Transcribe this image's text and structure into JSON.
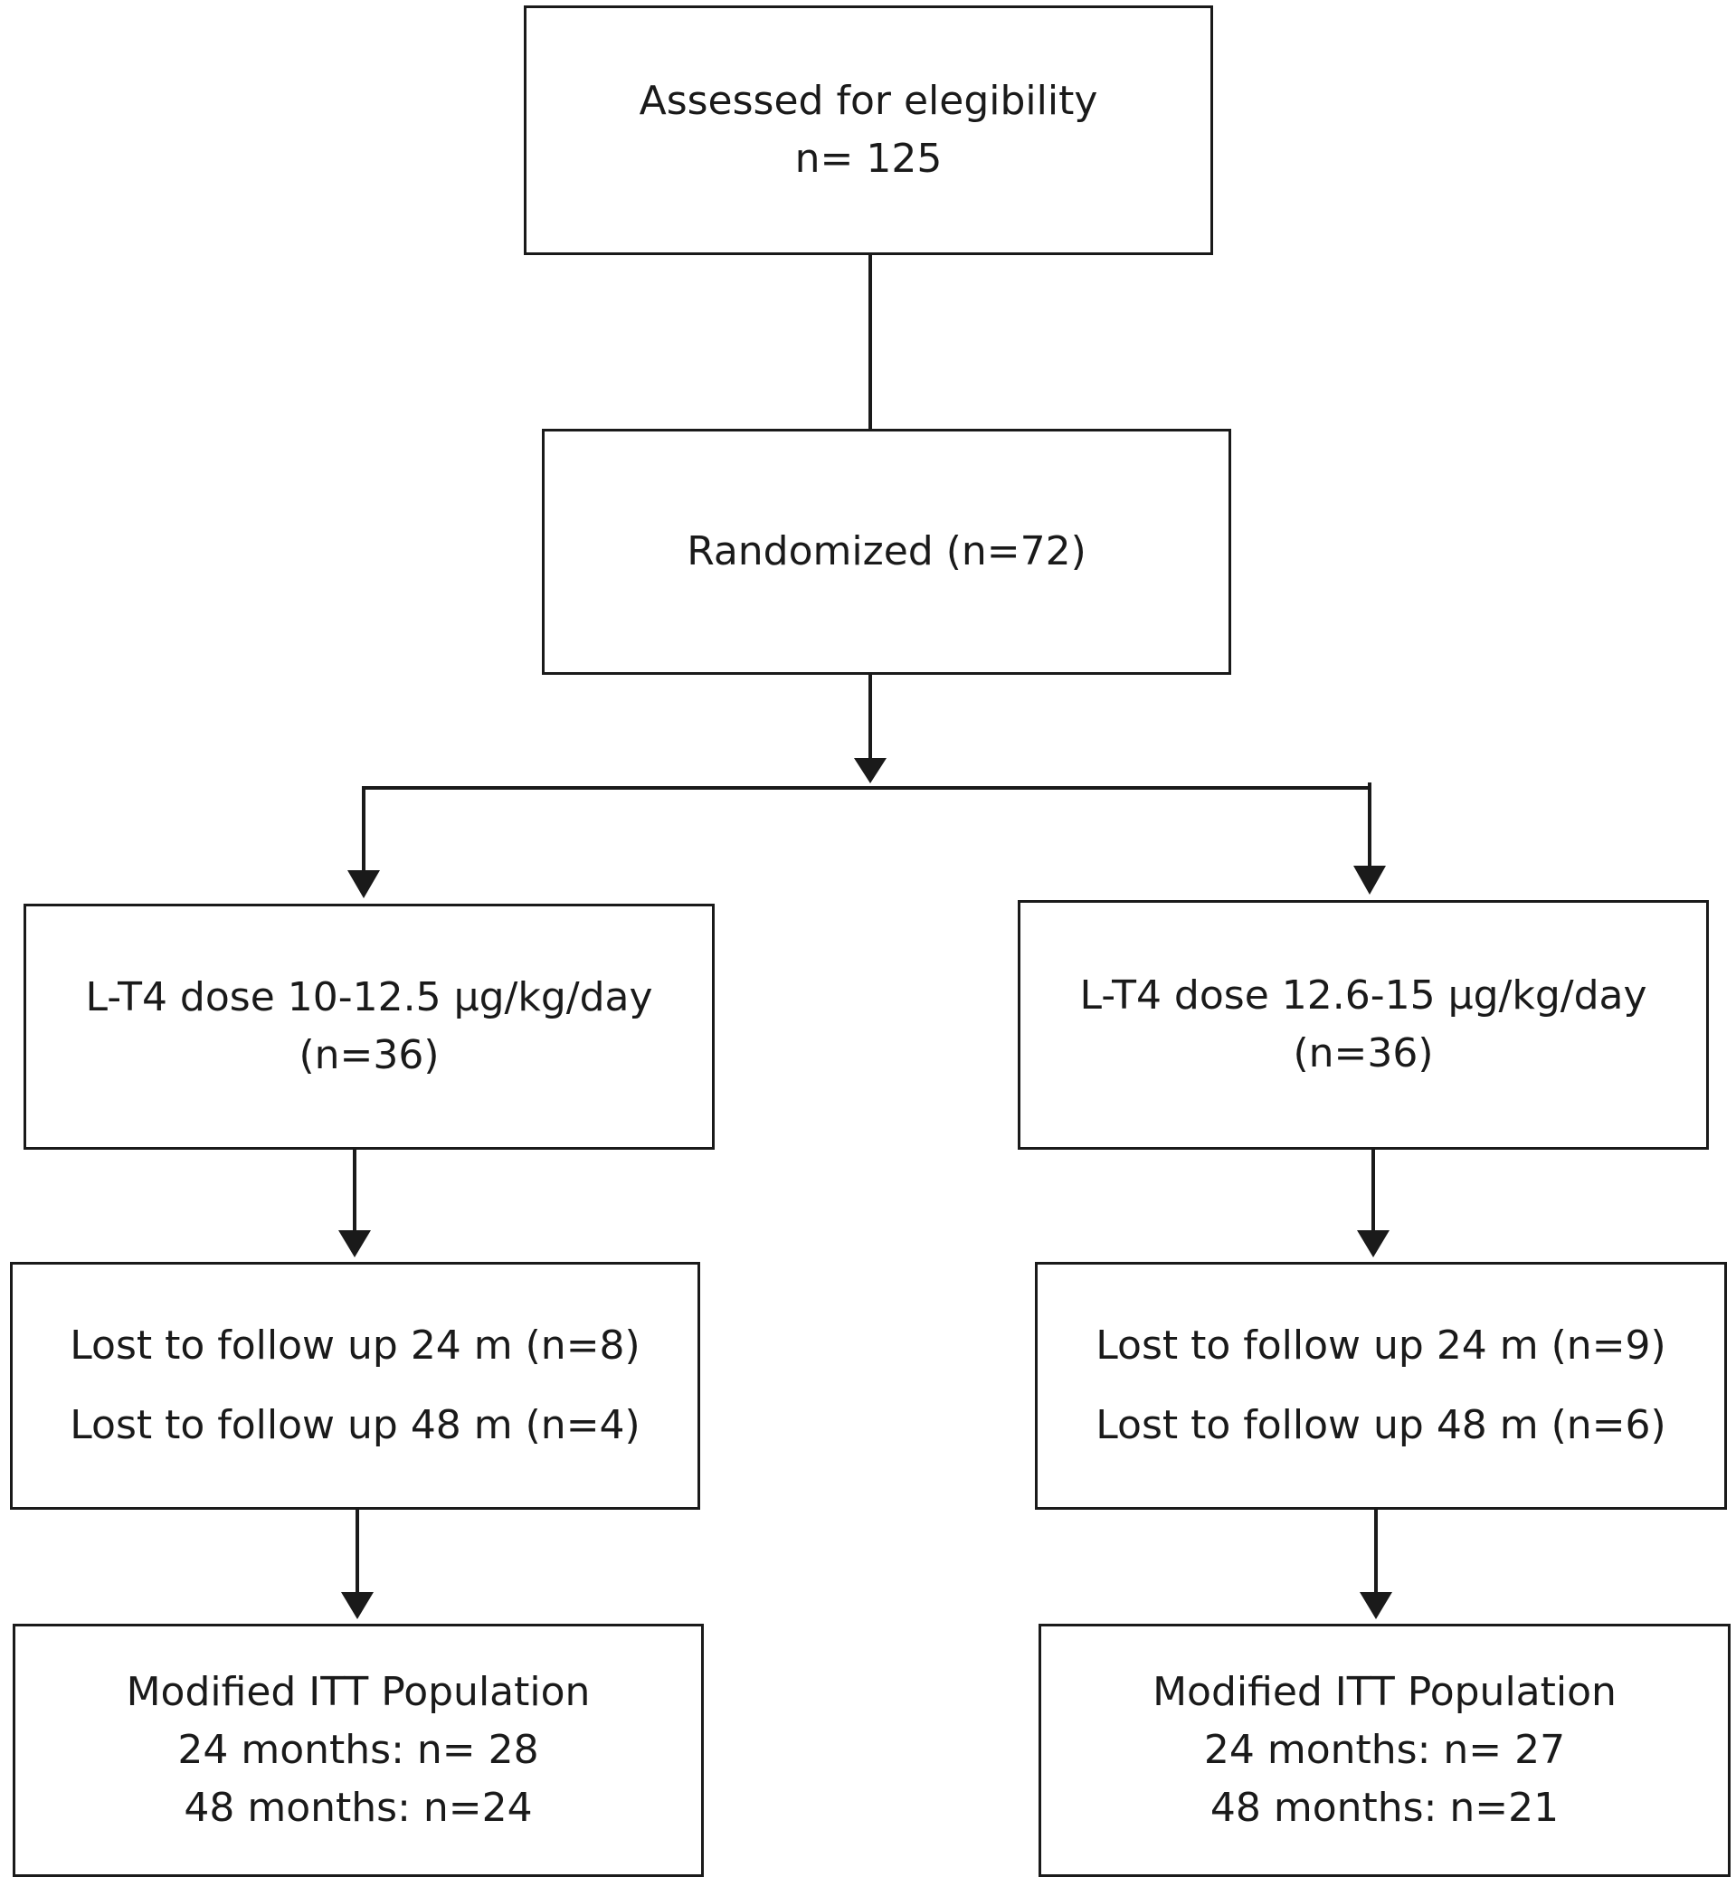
{
  "nodes": {
    "assessed": {
      "lines": [
        "Assessed for elegibility",
        "n= 125"
      ]
    },
    "randomized": {
      "lines": [
        "Randomized (n=72)"
      ]
    },
    "arm_left": {
      "lines": [
        "L-T4 dose 10-12.5 µg/kg/day",
        "(n=36)"
      ]
    },
    "arm_right": {
      "lines": [
        "L-T4 dose 12.6-15 µg/kg/day",
        "(n=36)"
      ]
    },
    "lost_left": {
      "lines": [
        "Lost to follow up 24 m (n=8)",
        "Lost to follow up 48 m (n=4)"
      ]
    },
    "lost_right": {
      "lines": [
        "Lost to follow up 24 m (n=9)",
        "Lost to follow up 48 m (n=6)"
      ]
    },
    "itt_left": {
      "lines": [
        "Modified ITT Population",
        "24 months: n= 28",
        "48 months: n=24"
      ]
    },
    "itt_right": {
      "lines": [
        "Modified ITT Population",
        "24 months: n= 27",
        "48 months: n=21"
      ]
    }
  },
  "colors": {
    "stroke": "#1a1a1a",
    "text": "#1a1a1a",
    "background": "#ffffff"
  }
}
